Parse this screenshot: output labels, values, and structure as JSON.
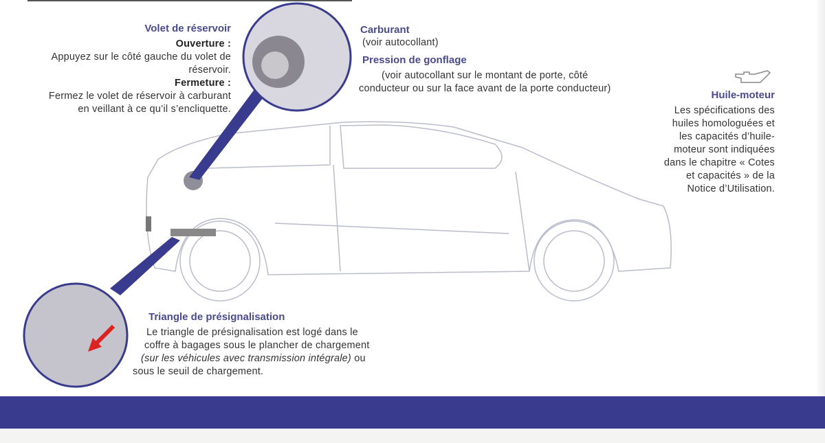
{
  "fuel_flap": {
    "title": "Volet de réservoir",
    "opening_label": "Ouverture :",
    "opening_lines": [
      "Appuyez sur le côté gauche du volet de",
      "réservoir."
    ],
    "closing_label": "Fermeture :",
    "closing_lines": [
      "Fermez le volet de réservoir à carburant",
      "en veillant à ce qu’il s’encliquette."
    ]
  },
  "fuel": {
    "title": "Carburant",
    "text": "(voir autocollant)"
  },
  "tyre_pressure": {
    "title": "Pression de gonflage",
    "lines": [
      "(voir autocollant sur le montant de porte, côté",
      "conducteur ou sur la face avant de la porte conducteur)"
    ]
  },
  "engine_oil": {
    "icon": "oil-can-icon",
    "title": "Huile-moteur",
    "lines": [
      "Les spécifications des",
      "huiles homologuées et",
      "les capacités d’huile-",
      "moteur sont indiquées",
      "dans le chapitre « Cotes",
      "et capacités » de la",
      "Notice d’Utilisation."
    ]
  },
  "warning_triangle": {
    "title": "Triangle de présignalisation",
    "line1": "Le triangle de présignalisation est logé dans le",
    "line2": "coffre à bagages sous le plancher de chargement",
    "line3_italic": "(sur les véhicules avec transmission intégrale)",
    "line3_rest": " ou",
    "line4": "sous le seuil de chargement."
  },
  "colors": {
    "accent": "#393c8e",
    "heading": "#4a4a8c"
  }
}
